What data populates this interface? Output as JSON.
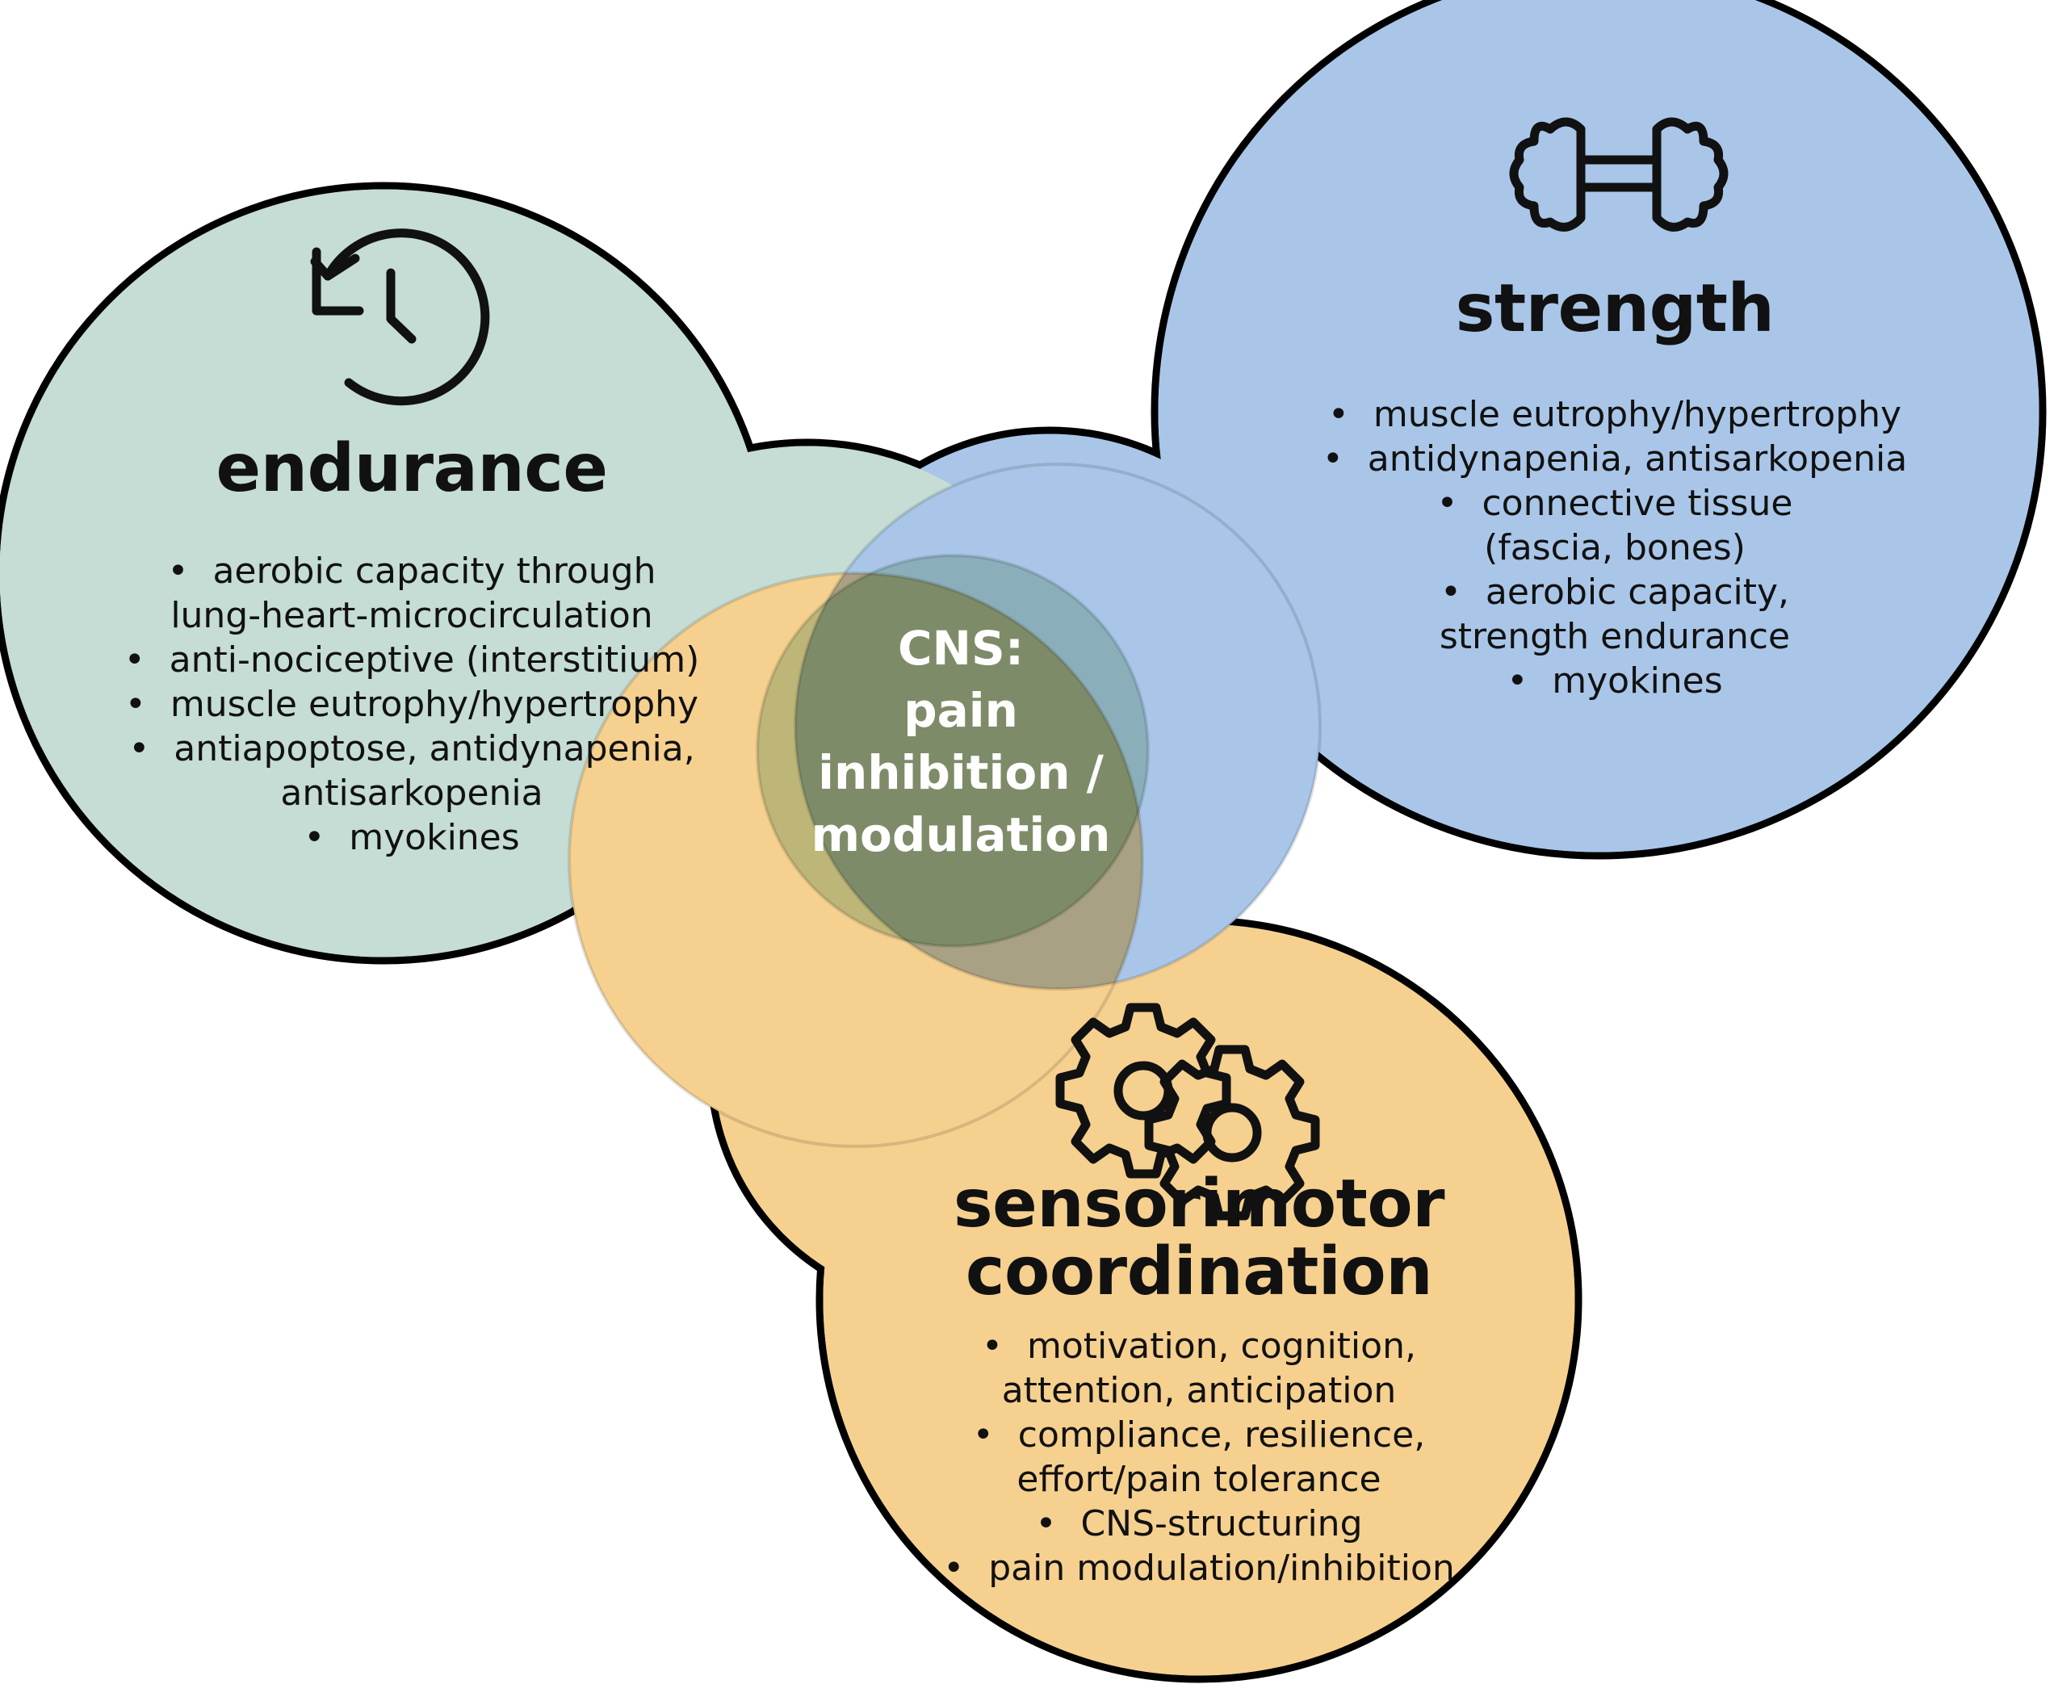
{
  "colors": {
    "endurance_fill": "#c5ddd4",
    "strength_fill": "#a9c6e8",
    "sensorimotor_fill": "#f5d08f",
    "center_green_blue": "#8aafba",
    "center_yellow_green": "#bdb678",
    "center_blue_yellow": "#a9a183",
    "center_core": "#7e8b68",
    "outline": "#000000"
  },
  "endurance": {
    "icon": "history-clock-icon",
    "title": "endurance",
    "bullets": [
      [
        "aerobic capacity through",
        "lung-heart-microcirculation"
      ],
      [
        "anti-nociceptive (interstitium)"
      ],
      [
        "muscle eutrophy/hypertrophy"
      ],
      [
        "antiapoptose, antidynapenia,",
        "antisarkopenia"
      ],
      [
        "myokines"
      ]
    ]
  },
  "strength": {
    "icon": "dumbbell-icon",
    "title": "strength",
    "bullets": [
      [
        "muscle eutrophy/hypertrophy"
      ],
      [
        "antidynapenia, antisarkopenia"
      ],
      [
        "connective tissue",
        "(fascia, bones)"
      ],
      [
        "aerobic capacity,",
        "strength endurance"
      ],
      [
        "myokines"
      ]
    ]
  },
  "sensorimotor": {
    "icon": "gears-icon",
    "title_line1": "sensorimotor",
    "title_line2": "coordination",
    "bullets": [
      [
        "motivation, cognition,",
        "attention, anticipation"
      ],
      [
        "compliance, resilience,",
        "effort/pain tolerance"
      ],
      [
        "CNS-structuring"
      ],
      [
        "pain modulation/inhibition"
      ]
    ]
  },
  "center": {
    "lines": [
      "CNS:",
      "pain",
      "inhibition /",
      "modulation"
    ]
  }
}
